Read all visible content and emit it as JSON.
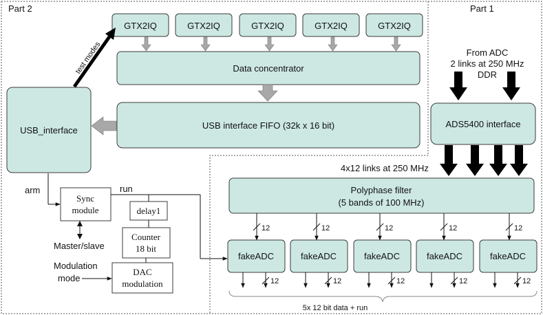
{
  "part_labels": {
    "part2": "Part 2",
    "part1": "Part 1"
  },
  "gtx": [
    "GTX2IQ",
    "GTX2IQ",
    "GTX2IQ",
    "GTX2IQ",
    "GTX2IQ"
  ],
  "data_concentrator": "Data concentrator",
  "test_modes": "test modes",
  "usb_fifo": "USB interface FIFO (32k x 16 bit)",
  "usb_interface": "USB_interface",
  "from_adc": [
    "From ADC",
    "2 links at 250 MHz",
    "DDR"
  ],
  "ads_interface": "ADS5400 interface",
  "links_label": "4x12 links at 250 MHz",
  "polyphase": [
    "Polyphase filter",
    "(5 bands of 100 MHz)"
  ],
  "fake_adc": [
    "fakeADC",
    "fakeADC",
    "fakeADC",
    "fakeADC",
    "fakeADC"
  ],
  "bus_width": "12",
  "output_label": "5x 12 bit data + run",
  "arm": "arm",
  "run": "run",
  "sync_module": [
    "Sync",
    "module"
  ],
  "master_slave": "Master/slave",
  "delay": "delay1",
  "counter": [
    "Counter",
    "18 bit"
  ],
  "dac_modulation": [
    "DAC",
    "modulation"
  ],
  "modulation_mode": [
    "Modulation",
    "mode"
  ]
}
